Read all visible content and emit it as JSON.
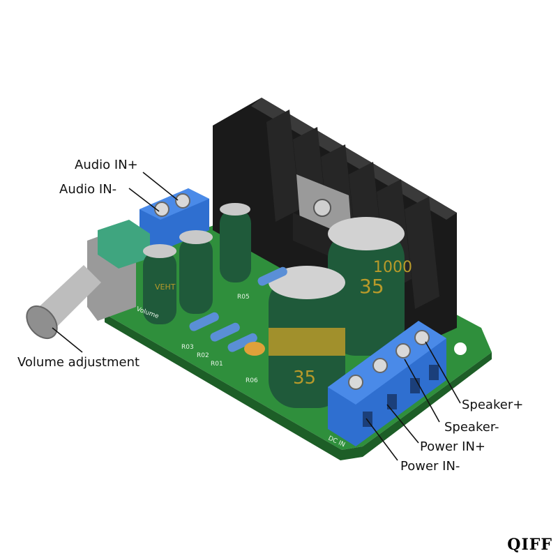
{
  "labels": {
    "audio_in_plus": "Audio IN+",
    "audio_in_minus": "Audio IN-",
    "volume_adjustment": "Volume adjustment",
    "speaker_plus": "Speaker+",
    "speaker_minus": "Speaker-",
    "power_in_plus": "Power IN+",
    "power_in_minus": "Power IN-"
  },
  "board_silkscreen": {
    "dc_in": "DC IN",
    "volume": "Volume",
    "r01": "R01",
    "r02": "R02",
    "r03": "R03",
    "r05": "R05",
    "r06": "R06"
  },
  "capacitor_text": {
    "big_cap_value": "1000",
    "big_cap_voltage": "35",
    "small_cap_marking": "VEHT"
  },
  "watermark": "QIFF",
  "colors": {
    "pcb": "#2f8f3c",
    "terminal_blue": "#2f6fd0",
    "capacitor_green": "#1f5a3a",
    "capacitor_gold": "#b89a2a",
    "heatsink": "#1c1c1c"
  }
}
